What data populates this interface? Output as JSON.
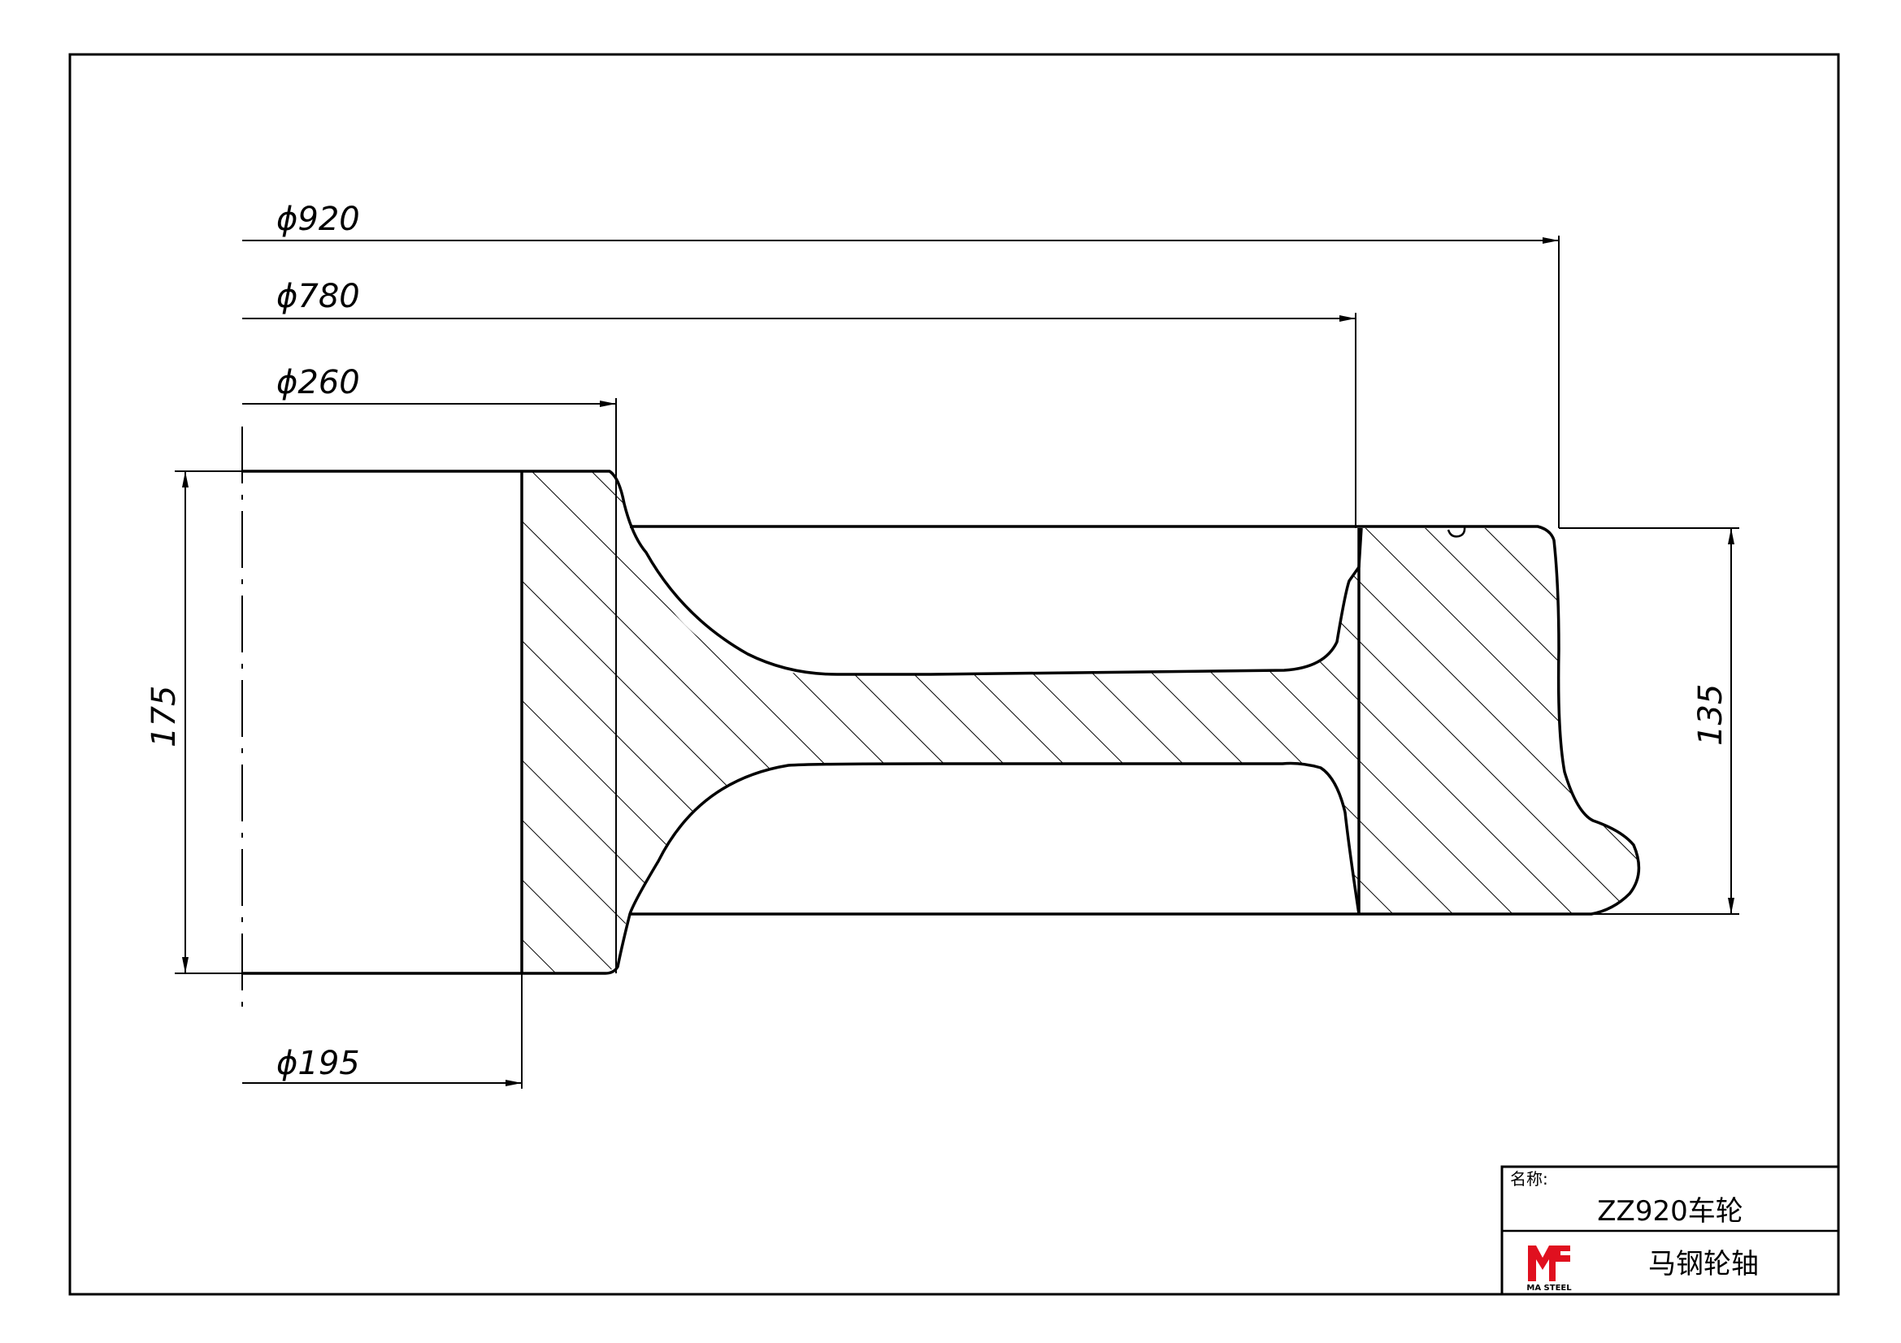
{
  "drawing": {
    "dimensions": {
      "d920": "ϕ920",
      "d780": "ϕ780",
      "d260": "ϕ260",
      "d195": "ϕ195",
      "hub_width": "175",
      "rim_width": "135"
    }
  },
  "title_block": {
    "name_label": "名称:",
    "part_name": "ZZ920车轮",
    "company": "马钢轮轴",
    "logo_text": "MA STEEL",
    "logo_color": "#e0101f"
  }
}
